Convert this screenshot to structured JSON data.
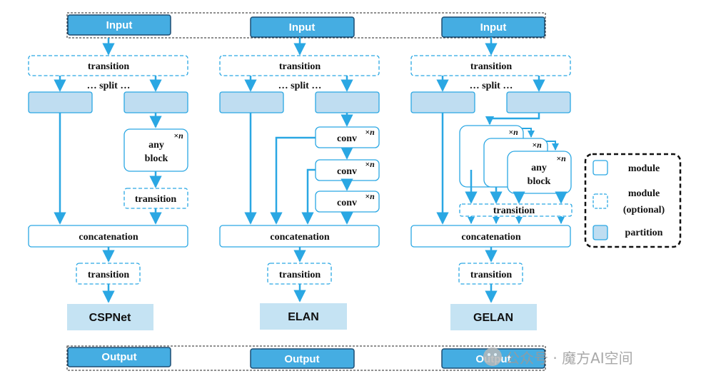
{
  "io": {
    "input": "Input",
    "output": "Output"
  },
  "labels": {
    "transition": "transition",
    "split": "… split …",
    "concatenation": "concatenation",
    "any": "any",
    "block": "block",
    "conv": "conv",
    "times_n": "×n"
  },
  "architectures": [
    "CSPNet",
    "ELAN",
    "GELAN"
  ],
  "legend": {
    "module": "module",
    "module_optional_1": "module",
    "module_optional_2": "(optional)",
    "partition": "partition"
  },
  "watermark": "公众号 · 魔方AI空间",
  "colors": {
    "io_fill": "#45ADE2",
    "io_border": "#1C4D73",
    "accent": "#2AA7E3",
    "partition_fill": "#BFDDF1",
    "label_fill": "#C5E3F3"
  }
}
